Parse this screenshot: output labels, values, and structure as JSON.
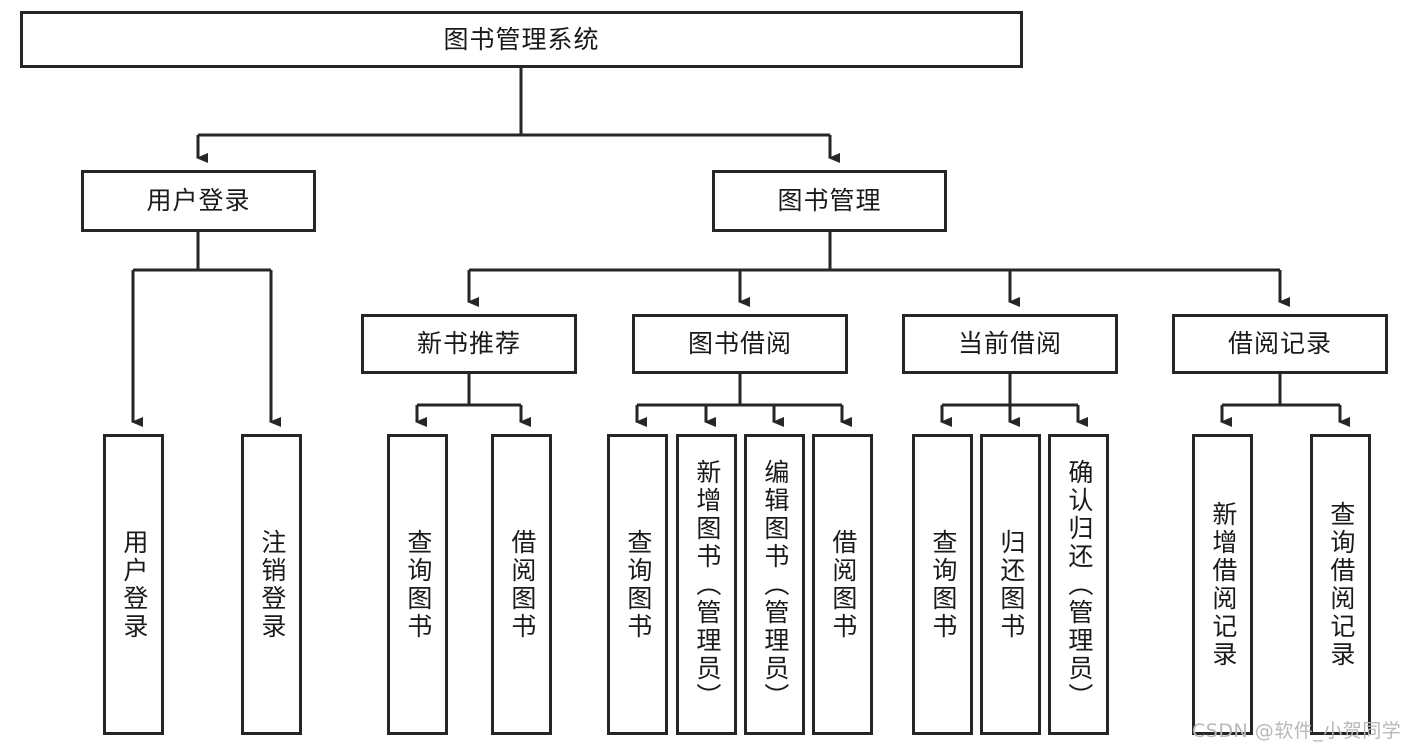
{
  "diagram": {
    "type": "tree-hierarchy",
    "title": "图书管理系统",
    "watermark": "CSDN @软件_小贺同学",
    "colors": {
      "box_border": "#262626",
      "box_fill": "#ffffff",
      "connector": "#262626",
      "text": "#1a1a1a",
      "watermark": "#b8b8b8"
    },
    "nodes": {
      "root": {
        "label": "图书管理系统",
        "orientation": "horizontal"
      },
      "l2_user_login": {
        "label": "用户登录",
        "orientation": "horizontal"
      },
      "l2_book_mgmt": {
        "label": "图书管理",
        "orientation": "horizontal"
      },
      "l3_new_book_rec": {
        "label": "新书推荐",
        "orientation": "horizontal"
      },
      "l3_book_borrow": {
        "label": "图书借阅",
        "orientation": "horizontal"
      },
      "l3_current_borrow": {
        "label": "当前借阅",
        "orientation": "horizontal"
      },
      "l3_borrow_record": {
        "label": "借阅记录",
        "orientation": "horizontal"
      },
      "leaf_user_login": {
        "label": "用户登录",
        "orientation": "vertical"
      },
      "leaf_logout": {
        "label": "注销登录",
        "orientation": "vertical"
      },
      "leaf_query_book_1": {
        "label": "查询图书",
        "orientation": "vertical"
      },
      "leaf_borrow_book_1": {
        "label": "借阅图书",
        "orientation": "vertical"
      },
      "leaf_query_book_2": {
        "label": "查询图书",
        "orientation": "vertical"
      },
      "leaf_add_book": {
        "label": "新增图书（管理员）",
        "orientation": "vertical"
      },
      "leaf_edit_book": {
        "label": "编辑图书（管理员）",
        "orientation": "vertical"
      },
      "leaf_borrow_book_2": {
        "label": "借阅图书",
        "orientation": "vertical"
      },
      "leaf_query_book_3": {
        "label": "查询图书",
        "orientation": "vertical"
      },
      "leaf_return_book": {
        "label": "归还图书",
        "orientation": "vertical"
      },
      "leaf_confirm_return": {
        "label": "确认归还（管理员）",
        "orientation": "vertical"
      },
      "leaf_add_record": {
        "label": "新增借阅记录",
        "orientation": "vertical"
      },
      "leaf_query_record": {
        "label": "查询借阅记录",
        "orientation": "vertical"
      }
    },
    "edges": [
      {
        "from": "root",
        "to": "l2_user_login"
      },
      {
        "from": "root",
        "to": "l2_book_mgmt"
      },
      {
        "from": "l2_user_login",
        "to": "leaf_user_login"
      },
      {
        "from": "l2_user_login",
        "to": "leaf_logout"
      },
      {
        "from": "l2_book_mgmt",
        "to": "l3_new_book_rec"
      },
      {
        "from": "l2_book_mgmt",
        "to": "l3_book_borrow"
      },
      {
        "from": "l2_book_mgmt",
        "to": "l3_current_borrow"
      },
      {
        "from": "l2_book_mgmt",
        "to": "l3_borrow_record"
      },
      {
        "from": "l3_new_book_rec",
        "to": "leaf_query_book_1"
      },
      {
        "from": "l3_new_book_rec",
        "to": "leaf_borrow_book_1"
      },
      {
        "from": "l3_book_borrow",
        "to": "leaf_query_book_2"
      },
      {
        "from": "l3_book_borrow",
        "to": "leaf_add_book"
      },
      {
        "from": "l3_book_borrow",
        "to": "leaf_edit_book"
      },
      {
        "from": "l3_book_borrow",
        "to": "leaf_borrow_book_2"
      },
      {
        "from": "l3_current_borrow",
        "to": "leaf_query_book_3"
      },
      {
        "from": "l3_current_borrow",
        "to": "leaf_return_book"
      },
      {
        "from": "l3_current_borrow",
        "to": "leaf_confirm_return"
      },
      {
        "from": "l3_borrow_record",
        "to": "leaf_add_record"
      },
      {
        "from": "l3_borrow_record",
        "to": "leaf_query_record"
      }
    ]
  }
}
